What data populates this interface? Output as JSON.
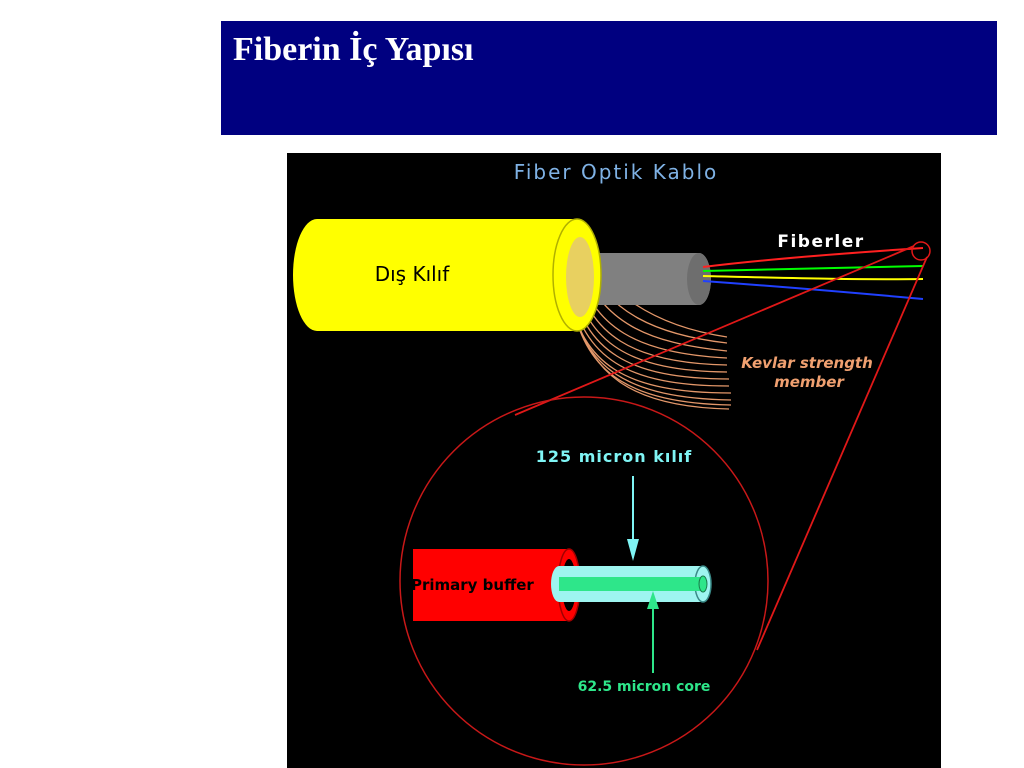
{
  "slide": {
    "title": "Fiberin İç Yapısı"
  },
  "figure": {
    "heading": "Fiber Optik Kablo",
    "labels": {
      "outer_jacket": "Dış Kılıf",
      "fibers": "Fiberler",
      "kevlar_line1": "Kevlar strength",
      "kevlar_line2": "member",
      "cladding": "125 micron kılıf",
      "buffer": "Primary buffer",
      "core": "62.5 micron core"
    }
  },
  "colors": {
    "title_bar": "#000080",
    "title_text": "#ffffff",
    "figure_bg": "#000000",
    "heading": "#7fb2e5",
    "outer_jacket": "#ffff00",
    "inner_tube": "#808080",
    "kevlar": "#f0a070",
    "fiber_red": "#ff2020",
    "fiber_green": "#00ff00",
    "fiber_yellow": "#ffff00",
    "fiber_blue": "#2040ff",
    "zoom_lines": "#e01818",
    "buffer": "#ff0000",
    "cladding": "#9ef5f0",
    "core": "#2ee68a",
    "cladding_label": "#7ff5f5",
    "core_label": "#2ee68a"
  }
}
